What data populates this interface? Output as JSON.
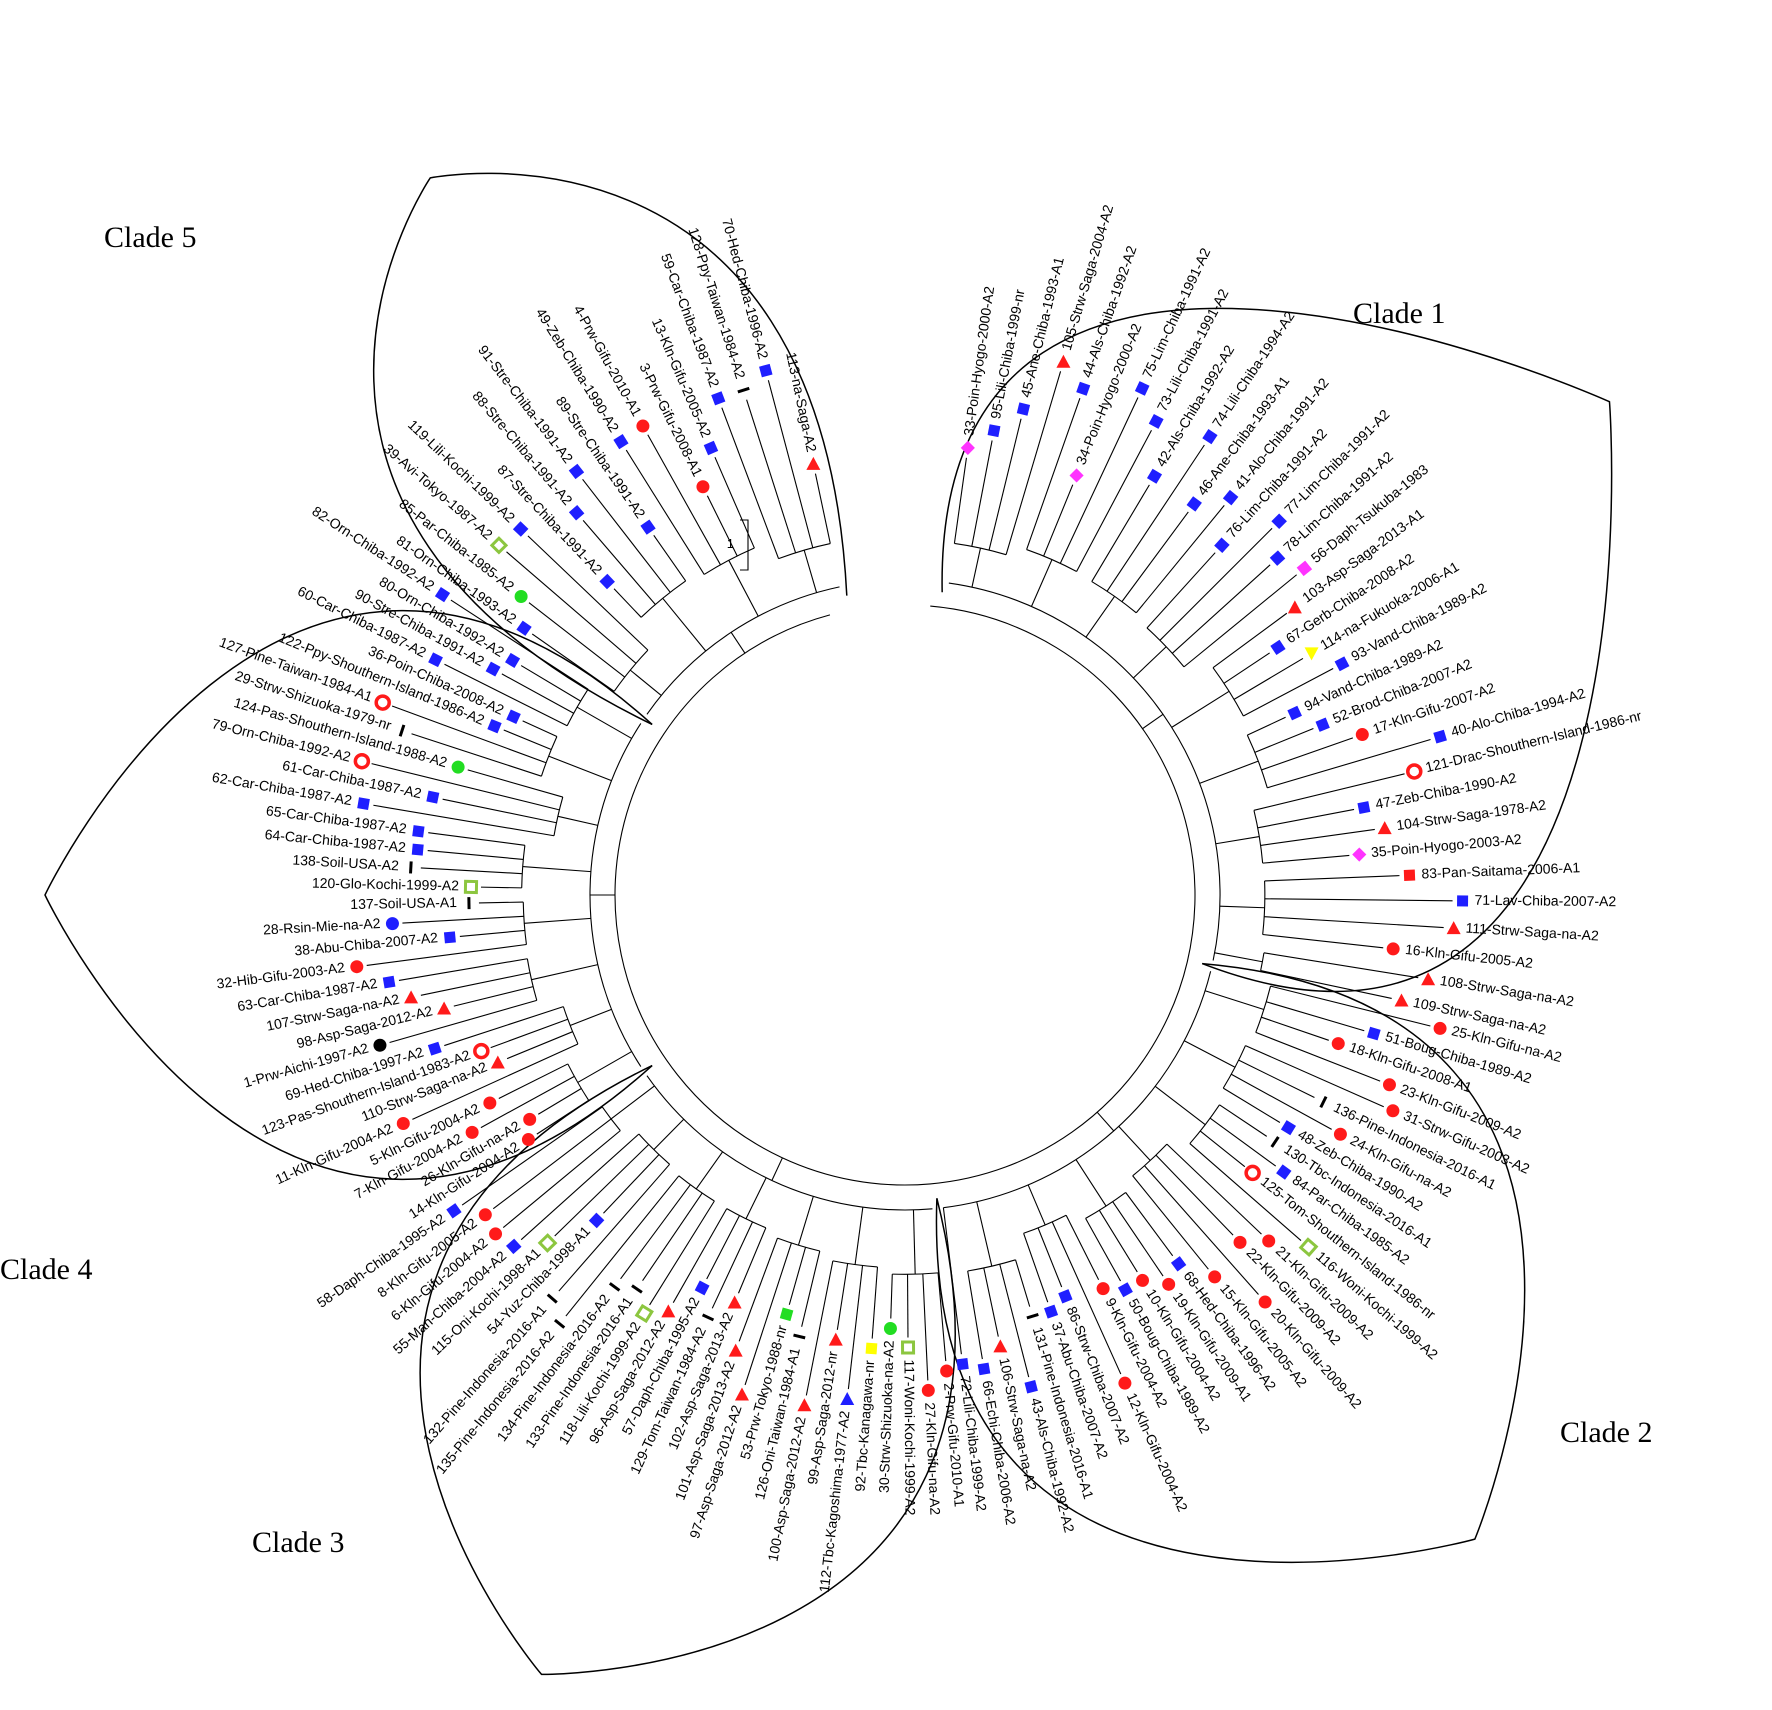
{
  "clades": [
    {
      "id": 1,
      "label": "Clade 1",
      "angle_start": -82,
      "angle_end": 12
    },
    {
      "id": 2,
      "label": "Clade 2",
      "angle_start": 14,
      "angle_end": 83
    },
    {
      "id": 3,
      "label": "Clade 3",
      "angle_start": 85,
      "angle_end": 145
    },
    {
      "id": 4,
      "label": "Clade 4",
      "angle_start": 147,
      "angle_end": 213
    },
    {
      "id": 5,
      "label": "Clade 5",
      "angle_start": 215,
      "angle_end": 258
    }
  ],
  "scale_bar_label": "1",
  "marker_colors": {
    "red": "#ff1a1a",
    "blue": "#1f1fff",
    "green": "#22dd22",
    "lightgreen": "#8cc63f",
    "magenta": "#ff33ff",
    "yellow": "#ffff00",
    "black": "#000000"
  },
  "leaves": [
    {
      "label": "33-Poin-Hyogo-2000-A2",
      "clade": 1,
      "marker": "diamond",
      "color": "magenta"
    },
    {
      "label": "95-Lili-Chiba-1999-nr",
      "clade": 1,
      "marker": "square",
      "color": "blue"
    },
    {
      "label": "45-Ane-Chiba-1993-A1",
      "clade": 1,
      "marker": "square",
      "color": "blue"
    },
    {
      "label": "105-Strw-Saga-2004-A2",
      "clade": 1,
      "marker": "triangle",
      "color": "red"
    },
    {
      "label": "44-Als-Chiba-1992-A2",
      "clade": 1,
      "marker": "square",
      "color": "blue"
    },
    {
      "label": "34-Poin-Hyogo-2000-A2",
      "clade": 1,
      "marker": "diamond",
      "color": "magenta"
    },
    {
      "label": "75-Lim-Chiba-1991-A2",
      "clade": 1,
      "marker": "square",
      "color": "blue"
    },
    {
      "label": "73-Lili-Chiba-1991-A2",
      "clade": 1,
      "marker": "square",
      "color": "blue"
    },
    {
      "label": "42-Als-Chiba-1992-A2",
      "clade": 1,
      "marker": "square",
      "color": "blue"
    },
    {
      "label": "74-Lili-Chiba-1994-A2",
      "clade": 1,
      "marker": "square",
      "color": "blue"
    },
    {
      "label": "46-Ane-Chiba-1993-A1",
      "clade": 1,
      "marker": "square",
      "color": "blue"
    },
    {
      "label": "41-Alo-Chiba-1991-A2",
      "clade": 1,
      "marker": "square",
      "color": "blue"
    },
    {
      "label": "76-Lim-Chiba-1991-A2",
      "clade": 1,
      "marker": "square",
      "color": "blue"
    },
    {
      "label": "77-Lim-Chiba-1991-A2",
      "clade": 1,
      "marker": "square",
      "color": "blue"
    },
    {
      "label": "78-Lim-Chiba-1991-A2",
      "clade": 1,
      "marker": "square",
      "color": "blue"
    },
    {
      "label": "56-Daph-Tsukuba-1983",
      "clade": 1,
      "marker": "square",
      "color": "magenta"
    },
    {
      "label": "103-Asp-Saga-2013-A1",
      "clade": 1,
      "marker": "triangle",
      "color": "red"
    },
    {
      "label": "67-Gerb-Chiba-2008-A2",
      "clade": 1,
      "marker": "square",
      "color": "blue"
    },
    {
      "label": "114-na-Fukuoka-2006-A1",
      "clade": 1,
      "marker": "triangle-down",
      "color": "yellow"
    },
    {
      "label": "93-Vand-Chiba-1989-A2",
      "clade": 1,
      "marker": "square",
      "color": "blue"
    },
    {
      "label": "94-Vand-Chiba-1989-A2",
      "clade": 1,
      "marker": "square",
      "color": "blue"
    },
    {
      "label": "52-Brod-Chiba-2007-A2",
      "clade": 1,
      "marker": "square",
      "color": "blue"
    },
    {
      "label": "17-Kln-Gifu-2007-A2",
      "clade": 1,
      "marker": "circle",
      "color": "red"
    },
    {
      "label": "40-Alo-Chiba-1994-A2",
      "clade": 1,
      "marker": "square",
      "color": "blue"
    },
    {
      "label": "121-Drac-Shouthern-Island-1986-nr",
      "clade": 1,
      "marker": "ring",
      "color": "red"
    },
    {
      "label": "47-Zeb-Chiba-1990-A2",
      "clade": 1,
      "marker": "square",
      "color": "blue"
    },
    {
      "label": "104-Strw-Saga-1978-A2",
      "clade": 1,
      "marker": "triangle",
      "color": "red"
    },
    {
      "label": "35-Poin-Hyogo-2003-A2",
      "clade": 1,
      "marker": "diamond",
      "color": "magenta"
    },
    {
      "label": "83-Pan-Saitama-2006-A1",
      "clade": 1,
      "marker": "square",
      "color": "red"
    },
    {
      "label": "71-Lav-Chiba-2007-A2",
      "clade": 1,
      "marker": "square",
      "color": "blue"
    },
    {
      "label": "111-Strw-Saga-na-A2",
      "clade": 1,
      "marker": "triangle",
      "color": "red"
    },
    {
      "label": "16-Kln-Gifu-2005-A2",
      "clade": 1,
      "marker": "circle",
      "color": "red"
    },
    {
      "label": "108-Strw-Saga-na-A2",
      "clade": 1,
      "marker": "triangle",
      "color": "red"
    },
    {
      "label": "109-Strw-Saga-na-A2",
      "clade": 1,
      "marker": "triangle",
      "color": "red"
    },
    {
      "label": "25-Kln-Gifu-na-A2",
      "clade": 2,
      "marker": "circle",
      "color": "red"
    },
    {
      "label": "51-Boug-Chiba-1989-A2",
      "clade": 2,
      "marker": "square",
      "color": "blue"
    },
    {
      "label": "18-Kln-Gifu-2008-A1",
      "clade": 2,
      "marker": "circle",
      "color": "red"
    },
    {
      "label": "23-Kln-Gifu-2009-A2",
      "clade": 2,
      "marker": "circle",
      "color": "red"
    },
    {
      "label": "31-Strw-Gifu-2003-A2",
      "clade": 2,
      "marker": "circle",
      "color": "red"
    },
    {
      "label": "136-Pine-Indonesia-2016-A1",
      "clade": 2,
      "marker": "bar",
      "color": "black"
    },
    {
      "label": "24-Kln-Gifu-na-A2",
      "clade": 2,
      "marker": "circle",
      "color": "red"
    },
    {
      "label": "48-Zeb-Chiba-1990-A2",
      "clade": 2,
      "marker": "square",
      "color": "blue"
    },
    {
      "label": "130-Tbc-Indonesia-2016-A1",
      "clade": 2,
      "marker": "bar",
      "color": "black"
    },
    {
      "label": "84-Par-Chiba-1985-A2",
      "clade": 2,
      "marker": "square",
      "color": "blue"
    },
    {
      "label": "125-Tom-Shouthern-Island-1986-nr",
      "clade": 2,
      "marker": "ring",
      "color": "red"
    },
    {
      "label": "116-Woni-Kochi-1999-A2",
      "clade": 2,
      "marker": "hollow-square",
      "color": "lightgreen"
    },
    {
      "label": "21-Kln-Gifu-2009-A2",
      "clade": 2,
      "marker": "circle",
      "color": "red"
    },
    {
      "label": "22-Kln-Gifu-2009-A2",
      "clade": 2,
      "marker": "circle",
      "color": "red"
    },
    {
      "label": "20-Kln-Gifu-2009-A2",
      "clade": 2,
      "marker": "circle",
      "color": "red"
    },
    {
      "label": "15-Kln-Gifu-2005-A2",
      "clade": 2,
      "marker": "circle",
      "color": "red"
    },
    {
      "label": "68-Hed-Chiba-1996-A2",
      "clade": 2,
      "marker": "square",
      "color": "blue"
    },
    {
      "label": "19-Kln-Gifu-2009-A1",
      "clade": 2,
      "marker": "circle",
      "color": "red"
    },
    {
      "label": "10-Kln-Gifu-2004-A2",
      "clade": 2,
      "marker": "circle",
      "color": "red"
    },
    {
      "label": "50-Boug-Chiba-1989-A2",
      "clade": 2,
      "marker": "square",
      "color": "blue"
    },
    {
      "label": "9-Kln-Gifu-2004-A2",
      "clade": 2,
      "marker": "circle",
      "color": "red"
    },
    {
      "label": "12-Kln-Gifu-2004-A2",
      "clade": 2,
      "marker": "circle",
      "color": "red"
    },
    {
      "label": "86-Strw-Chiba-2007-A2",
      "clade": 2,
      "marker": "square",
      "color": "blue"
    },
    {
      "label": "37-Abu-Chiba-2007-A2",
      "clade": 2,
      "marker": "square",
      "color": "blue"
    },
    {
      "label": "131-Pine-Indonesia-2016-A1",
      "clade": 2,
      "marker": "bar",
      "color": "black"
    },
    {
      "label": "43-Als-Chiba-1992-A2",
      "clade": 2,
      "marker": "square",
      "color": "blue"
    },
    {
      "label": "106-Strw-Saga-na-A2",
      "clade": 2,
      "marker": "triangle",
      "color": "red"
    },
    {
      "label": "66-Echi-Chiba-2006-A2",
      "clade": 2,
      "marker": "square",
      "color": "blue"
    },
    {
      "label": "72-Lili-Chiba-1999-A2",
      "clade": 2,
      "marker": "square",
      "color": "blue"
    },
    {
      "label": "2-Prw-Gifu-2010-A1",
      "clade": 3,
      "marker": "circle",
      "color": "red"
    },
    {
      "label": "27-Kln-Gifu-na-A2",
      "clade": 3,
      "marker": "circle",
      "color": "red"
    },
    {
      "label": "117-Woni-Kochi-1999-A2",
      "clade": 3,
      "marker": "hollow-square",
      "color": "lightgreen"
    },
    {
      "label": "30-Strw-Shizuoka-na-A2",
      "clade": 3,
      "marker": "circle",
      "color": "green"
    },
    {
      "label": "92-Tbc-Kanagawa-nr",
      "clade": 3,
      "marker": "square",
      "color": "yellow"
    },
    {
      "label": "112-Tbc-Kagoshima-1977-A2",
      "clade": 3,
      "marker": "triangle",
      "color": "blue"
    },
    {
      "label": "99-Asp-Saga-2012-nr",
      "clade": 3,
      "marker": "triangle",
      "color": "red"
    },
    {
      "label": "100-Asp-Saga-2012-A2",
      "clade": 3,
      "marker": "triangle",
      "color": "red"
    },
    {
      "label": "126-Oni-Taiwan-1984-A1",
      "clade": 3,
      "marker": "bar",
      "color": "black"
    },
    {
      "label": "53-Prw-Tokyo-1988-nr",
      "clade": 3,
      "marker": "square",
      "color": "green"
    },
    {
      "label": "97-Asp-Saga-2012-A2",
      "clade": 3,
      "marker": "triangle",
      "color": "red"
    },
    {
      "label": "101-Asp-Saga-2013-A2",
      "clade": 3,
      "marker": "triangle",
      "color": "red"
    },
    {
      "label": "102-Asp-Saga-2013-A2",
      "clade": 3,
      "marker": "triangle",
      "color": "red"
    },
    {
      "label": "129-Tom-Taiwan-1984-A2",
      "clade": 3,
      "marker": "bar",
      "color": "black"
    },
    {
      "label": "57-Daph-Chiba-1995-A2",
      "clade": 3,
      "marker": "square",
      "color": "blue"
    },
    {
      "label": "96-Asp-Saga-2012-A2",
      "clade": 3,
      "marker": "triangle",
      "color": "red"
    },
    {
      "label": "118-Lili-Kochi-1999-A2",
      "clade": 3,
      "marker": "hollow-square",
      "color": "lightgreen"
    },
    {
      "label": "133-Pine-Indonesia-2016-A1",
      "clade": 3,
      "marker": "bar",
      "color": "black"
    },
    {
      "label": "134-Pine-Indonesia-2016-A2",
      "clade": 3,
      "marker": "bar",
      "color": "black"
    },
    {
      "label": "135-Pine-Indonesia-2016-A2",
      "clade": 3,
      "marker": "bar",
      "color": "black"
    },
    {
      "label": "132-Pine-Indonesia-2016-A1",
      "clade": 3,
      "marker": "bar",
      "color": "black"
    },
    {
      "label": "54-Yuz-Chiba-1998-A1",
      "clade": 3,
      "marker": "square",
      "color": "blue"
    },
    {
      "label": "115-Oni-Kochi-1998-A1",
      "clade": 3,
      "marker": "hollow-square",
      "color": "lightgreen"
    },
    {
      "label": "55-Man-Chiba-2004-A2",
      "clade": 3,
      "marker": "square",
      "color": "blue"
    },
    {
      "label": "6-Kln-Gifu-2004-A2",
      "clade": 3,
      "marker": "circle",
      "color": "red"
    },
    {
      "label": "8-Kln-Gifu-2005-A2",
      "clade": 3,
      "marker": "circle",
      "color": "red"
    },
    {
      "label": "58-Daph-Chiba-1995-A2",
      "clade": 3,
      "marker": "square",
      "color": "blue"
    },
    {
      "label": "14-Kln-Gifu-2004-A2",
      "clade": 4,
      "marker": "circle",
      "color": "red"
    },
    {
      "label": "26-Kln-Gifu-na-A2",
      "clade": 4,
      "marker": "circle",
      "color": "red"
    },
    {
      "label": "7-Kln-Gifu-2004-A2",
      "clade": 4,
      "marker": "circle",
      "color": "red"
    },
    {
      "label": "5-Kln-Gifu-2004-A2",
      "clade": 4,
      "marker": "circle",
      "color": "red"
    },
    {
      "label": "11-Kln-Gifu-2004-A2",
      "clade": 4,
      "marker": "circle",
      "color": "red"
    },
    {
      "label": "110-Strw-Saga-na-A2",
      "clade": 4,
      "marker": "triangle",
      "color": "red"
    },
    {
      "label": "123-Pas-Shouthern-Island-1983-A2",
      "clade": 4,
      "marker": "ring",
      "color": "red"
    },
    {
      "label": "69-Hed-Chiba-1997-A2",
      "clade": 4,
      "marker": "square",
      "color": "blue"
    },
    {
      "label": "1-Prw-Aichi-1997-A2",
      "clade": 4,
      "marker": "circle",
      "color": "black"
    },
    {
      "label": "98-Asp-Saga-2012-A2",
      "clade": 4,
      "marker": "triangle",
      "color": "red"
    },
    {
      "label": "107-Strw-Saga-na-A2",
      "clade": 4,
      "marker": "triangle",
      "color": "red"
    },
    {
      "label": "63-Car-Chiba-1987-A2",
      "clade": 4,
      "marker": "square",
      "color": "blue"
    },
    {
      "label": "32-Hib-Gifu-2003-A2",
      "clade": 4,
      "marker": "circle",
      "color": "red"
    },
    {
      "label": "38-Abu-Chiba-2007-A2",
      "clade": 4,
      "marker": "square",
      "color": "blue"
    },
    {
      "label": "28-Rsin-Mie-na-A2",
      "clade": 4,
      "marker": "circle",
      "color": "blue"
    },
    {
      "label": "137-Soil-USA-A1",
      "clade": 4,
      "marker": "bar",
      "color": "black"
    },
    {
      "label": "120-Glo-Kochi-1999-A2",
      "clade": 4,
      "marker": "hollow-square",
      "color": "lightgreen"
    },
    {
      "label": "138-Soil-USA-A2",
      "clade": 4,
      "marker": "bar",
      "color": "black"
    },
    {
      "label": "64-Car-Chiba-1987-A2",
      "clade": 4,
      "marker": "square",
      "color": "blue"
    },
    {
      "label": "65-Car-Chiba-1987-A2",
      "clade": 4,
      "marker": "square",
      "color": "blue"
    },
    {
      "label": "62-Car-Chiba-1987-A2",
      "clade": 4,
      "marker": "square",
      "color": "blue"
    },
    {
      "label": "61-Car-Chiba-1987-A2",
      "clade": 4,
      "marker": "square",
      "color": "blue"
    },
    {
      "label": "79-Orn-Chiba-1992-A2",
      "clade": 4,
      "marker": "ring",
      "color": "red"
    },
    {
      "label": "124-Pas-Shouthern-Island-1988-A2",
      "clade": 4,
      "marker": "circle",
      "color": "green"
    },
    {
      "label": "29-Strw-Shizuoka-1979-nr",
      "clade": 4,
      "marker": "bar",
      "color": "black"
    },
    {
      "label": "127-Pine-Taiwan-1984-A1",
      "clade": 4,
      "marker": "ring",
      "color": "red"
    },
    {
      "label": "122-Ppy-Shouthern-Island-1986-A2",
      "clade": 4,
      "marker": "square",
      "color": "blue"
    },
    {
      "label": "36-Poin-Chiba-2008-A2",
      "clade": 4,
      "marker": "square",
      "color": "blue"
    },
    {
      "label": "60-Car-Chiba-1987-A2",
      "clade": 4,
      "marker": "square",
      "color": "blue"
    },
    {
      "label": "90-Stre-Chiba-1991-A2",
      "clade": 4,
      "marker": "square",
      "color": "blue"
    },
    {
      "label": "80-Orn-Chiba-1992-A2",
      "clade": 4,
      "marker": "square",
      "color": "blue"
    },
    {
      "label": "82-Orn-Chiba-1992-A2",
      "clade": 4,
      "marker": "square",
      "color": "blue"
    },
    {
      "label": "81-Orn-Chiba-1993-A2",
      "clade": 5,
      "marker": "square",
      "color": "blue"
    },
    {
      "label": "85-Par-Chiba-1985-A2",
      "clade": 5,
      "marker": "circle",
      "color": "green"
    },
    {
      "label": "39-Avi-Tokyo-1987-A2",
      "clade": 5,
      "marker": "hollow-diamond",
      "color": "lightgreen"
    },
    {
      "label": "119-Lili-Kochi-1999-A2",
      "clade": 5,
      "marker": "square",
      "color": "blue"
    },
    {
      "label": "87-Stre-Chiba-1991-A2",
      "clade": 5,
      "marker": "square",
      "color": "blue"
    },
    {
      "label": "88-Stre-Chiba-1991-A2",
      "clade": 5,
      "marker": "square",
      "color": "blue"
    },
    {
      "label": "91-Stre-Chiba-1991-A2",
      "clade": 5,
      "marker": "square",
      "color": "blue"
    },
    {
      "label": "89-Stre-Chiba-1991-A2",
      "clade": 5,
      "marker": "square",
      "color": "blue"
    },
    {
      "label": "49-Zeb-Chiba-1990-A2",
      "clade": 5,
      "marker": "square",
      "color": "blue"
    },
    {
      "label": "4-Prw-Gifu-2010-A1",
      "clade": 5,
      "marker": "circle",
      "color": "red"
    },
    {
      "label": "3-Prw-Gifu-2008-A1",
      "clade": 5,
      "marker": "circle",
      "color": "red"
    },
    {
      "label": "13-Kln-Gifu-2005-A2",
      "clade": 5,
      "marker": "square",
      "color": "blue"
    },
    {
      "label": "59-Car-Chiba-1987-A2",
      "clade": 5,
      "marker": "square",
      "color": "blue"
    },
    {
      "label": "128-Ppy-Taiwan-1984-A2",
      "clade": 5,
      "marker": "bar",
      "color": "black"
    },
    {
      "label": "70-Hed-Chiba-1996-A2",
      "clade": 5,
      "marker": "square",
      "color": "blue"
    },
    {
      "label": "113-na-Saga-A2",
      "clade": 5,
      "marker": "triangle",
      "color": "red"
    }
  ]
}
